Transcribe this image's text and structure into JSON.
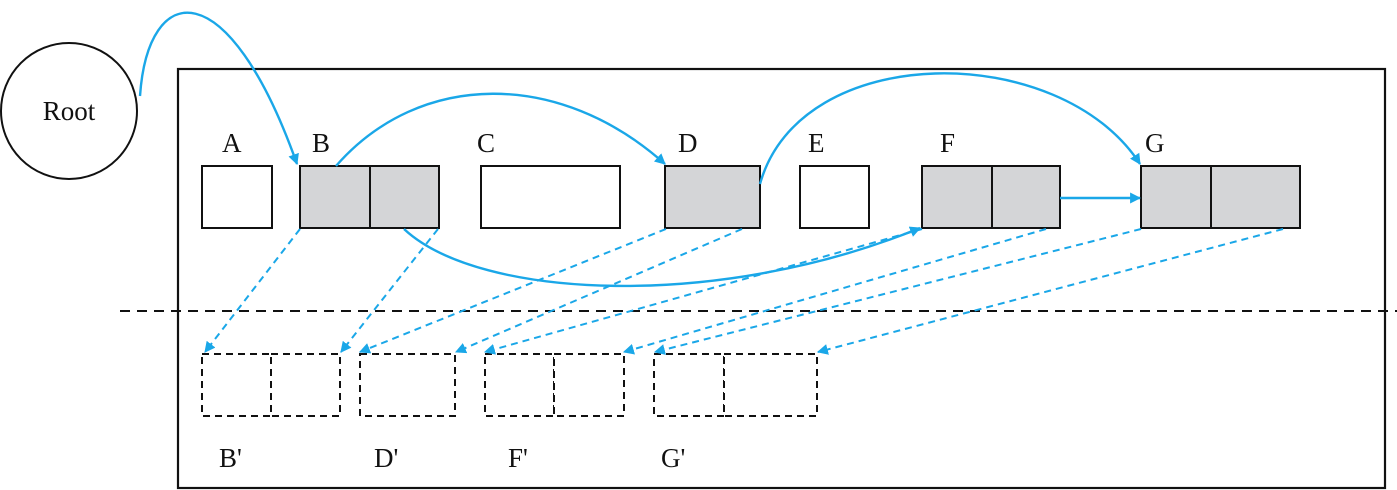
{
  "diagram": {
    "root_label": "Root",
    "from_space": {
      "objects": [
        {
          "id": "A",
          "label": "A",
          "fields": 1,
          "reachable": false
        },
        {
          "id": "B",
          "label": "B",
          "fields": 2,
          "reachable": true
        },
        {
          "id": "C",
          "label": "C",
          "fields": 1,
          "reachable": false
        },
        {
          "id": "D",
          "label": "D",
          "fields": 1,
          "reachable": true
        },
        {
          "id": "E",
          "label": "E",
          "fields": 1,
          "reachable": false
        },
        {
          "id": "F",
          "label": "F",
          "fields": 2,
          "reachable": true
        },
        {
          "id": "G",
          "label": "G",
          "fields": 2,
          "reachable": true
        }
      ]
    },
    "to_space": {
      "copies": [
        {
          "id": "B'",
          "label": "B'",
          "fields": 2
        },
        {
          "id": "D'",
          "label": "D'",
          "fields": 1
        },
        {
          "id": "F'",
          "label": "F'",
          "fields": 2
        },
        {
          "id": "G'",
          "label": "G'",
          "fields": 2
        }
      ]
    },
    "references": [
      {
        "from": "Root",
        "to": "B"
      },
      {
        "from": "B",
        "to": "D"
      },
      {
        "from": "B",
        "to": "F"
      },
      {
        "from": "D",
        "to": "G"
      },
      {
        "from": "F",
        "to": "G"
      }
    ],
    "forwarding": [
      {
        "from": "B",
        "to": "B'"
      },
      {
        "from": "D",
        "to": "D'"
      },
      {
        "from": "F",
        "to": "F'"
      },
      {
        "from": "G",
        "to": "G'"
      }
    ],
    "colors": {
      "arrow": "#1aa7e8",
      "live_fill": "#d4d5d7",
      "dead_fill": "#ffffff",
      "stroke": "#111111"
    }
  }
}
